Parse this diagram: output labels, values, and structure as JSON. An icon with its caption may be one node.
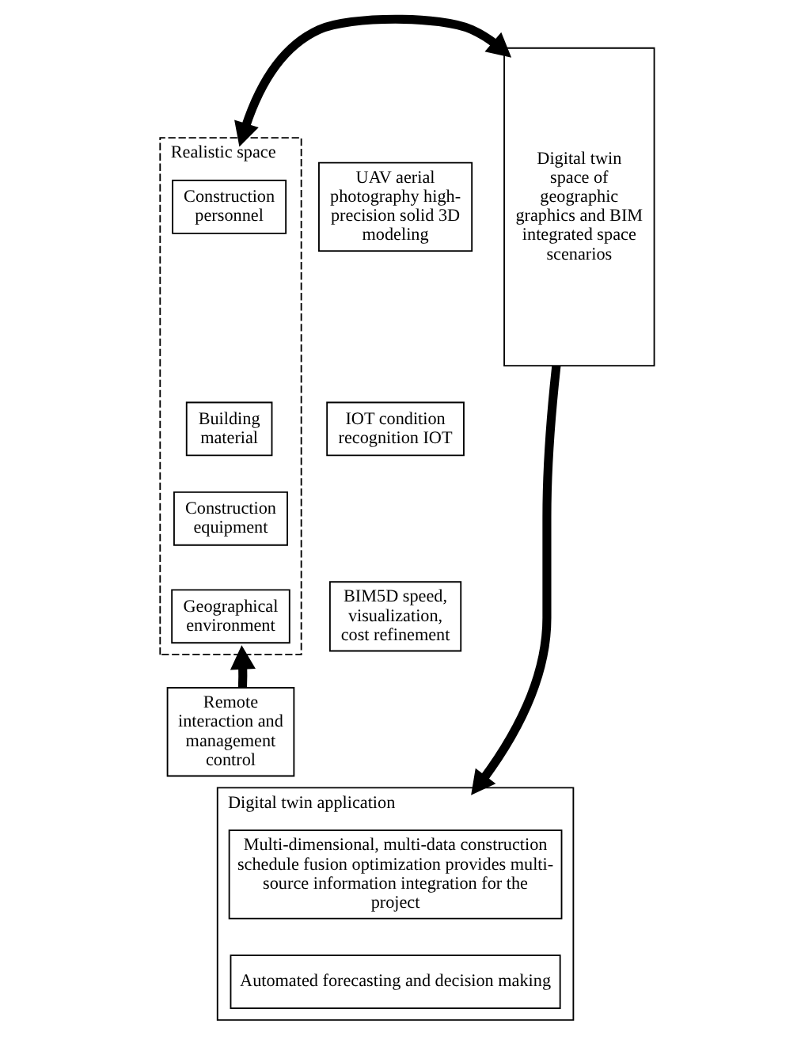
{
  "diagram": {
    "nodes": [
      {
        "text": [
          "Realistic space"
        ]
      },
      {
        "text": [
          "Construction personnel"
        ],
        "in": 0
      },
      {
        "text": [
          "Building material"
        ],
        "in": 0
      },
      {
        "text": [
          "Construction equipment"
        ],
        "in": 0
      },
      {
        "text": [
          "Geographical environment"
        ],
        "in": 0
      },
      {
        "text": [
          "UAV aerial photography high-precision solid 3D modeling"
        ]
      },
      {
        "text": [
          "IOT condition recognition IOT"
        ]
      },
      {
        "text": [
          "BIM5D speed, visualization, cost refinement"
        ]
      },
      {
        "text": [
          "Digital twin space of geographic graphics and BIM integrated space scenarios"
        ]
      },
      {
        "text": [
          "Remote interaction and management control"
        ]
      },
      {
        "text": [
          "Digital twin application"
        ]
      },
      {
        "text": [
          "Multi-dimensional, multi-data construction schedule fusion optimization provides multi-source information integration for the project"
        ],
        "in": 10
      },
      {
        "text": [
          "Automated forecasting and decision making"
        ],
        "in": 10
      }
    ],
    "edges": [
      {
        "from": 0,
        "to": 8,
        "arrow": "both"
      },
      {
        "from": 9,
        "to": 0,
        "arrow": "to"
      },
      {
        "from": 8,
        "to": 10,
        "arrow": "to"
      }
    ]
  }
}
